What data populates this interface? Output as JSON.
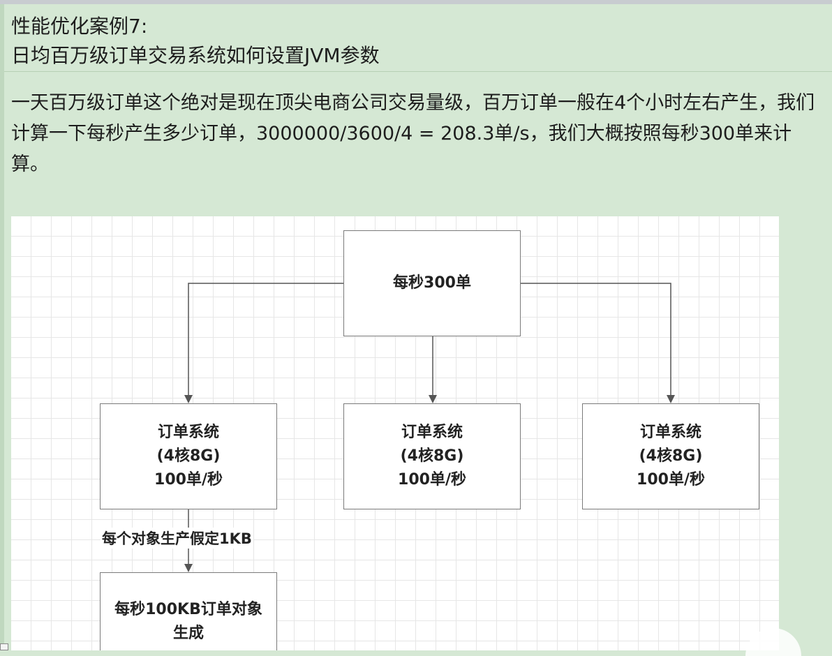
{
  "header": {
    "title_line1": "性能优化案例7:",
    "title_line2": "日均百万级订单交易系统如何设置JVM参数"
  },
  "paragraph": "一天百万级订单这个绝对是现在顶尖电商公司交易量级，百万订单一般在4个小时左右产生，我们计算一下每秒产生多少订单，3000000/3600/4 = 208.3单/s，我们大概按照每秒300单来计算。",
  "diagram": {
    "top_node": "每秒300单",
    "order_systems": [
      {
        "name": "订单系统",
        "spec": "(4核8G)",
        "rate": "100单/秒"
      },
      {
        "name": "订单系统",
        "spec": "(4核8G)",
        "rate": "100单/秒"
      },
      {
        "name": "订单系统",
        "spec": "(4核8G)",
        "rate": "100单/秒"
      }
    ],
    "edge_label": "每个对象生产假定1KB",
    "bottom_node_line1": "每秒100KB订单对象",
    "bottom_node_line2": "生成"
  },
  "colors": {
    "background": "#d5e8d4",
    "diagram_background": "#ffffff",
    "node_border": "#7a7a7a",
    "edge": "#555555"
  }
}
